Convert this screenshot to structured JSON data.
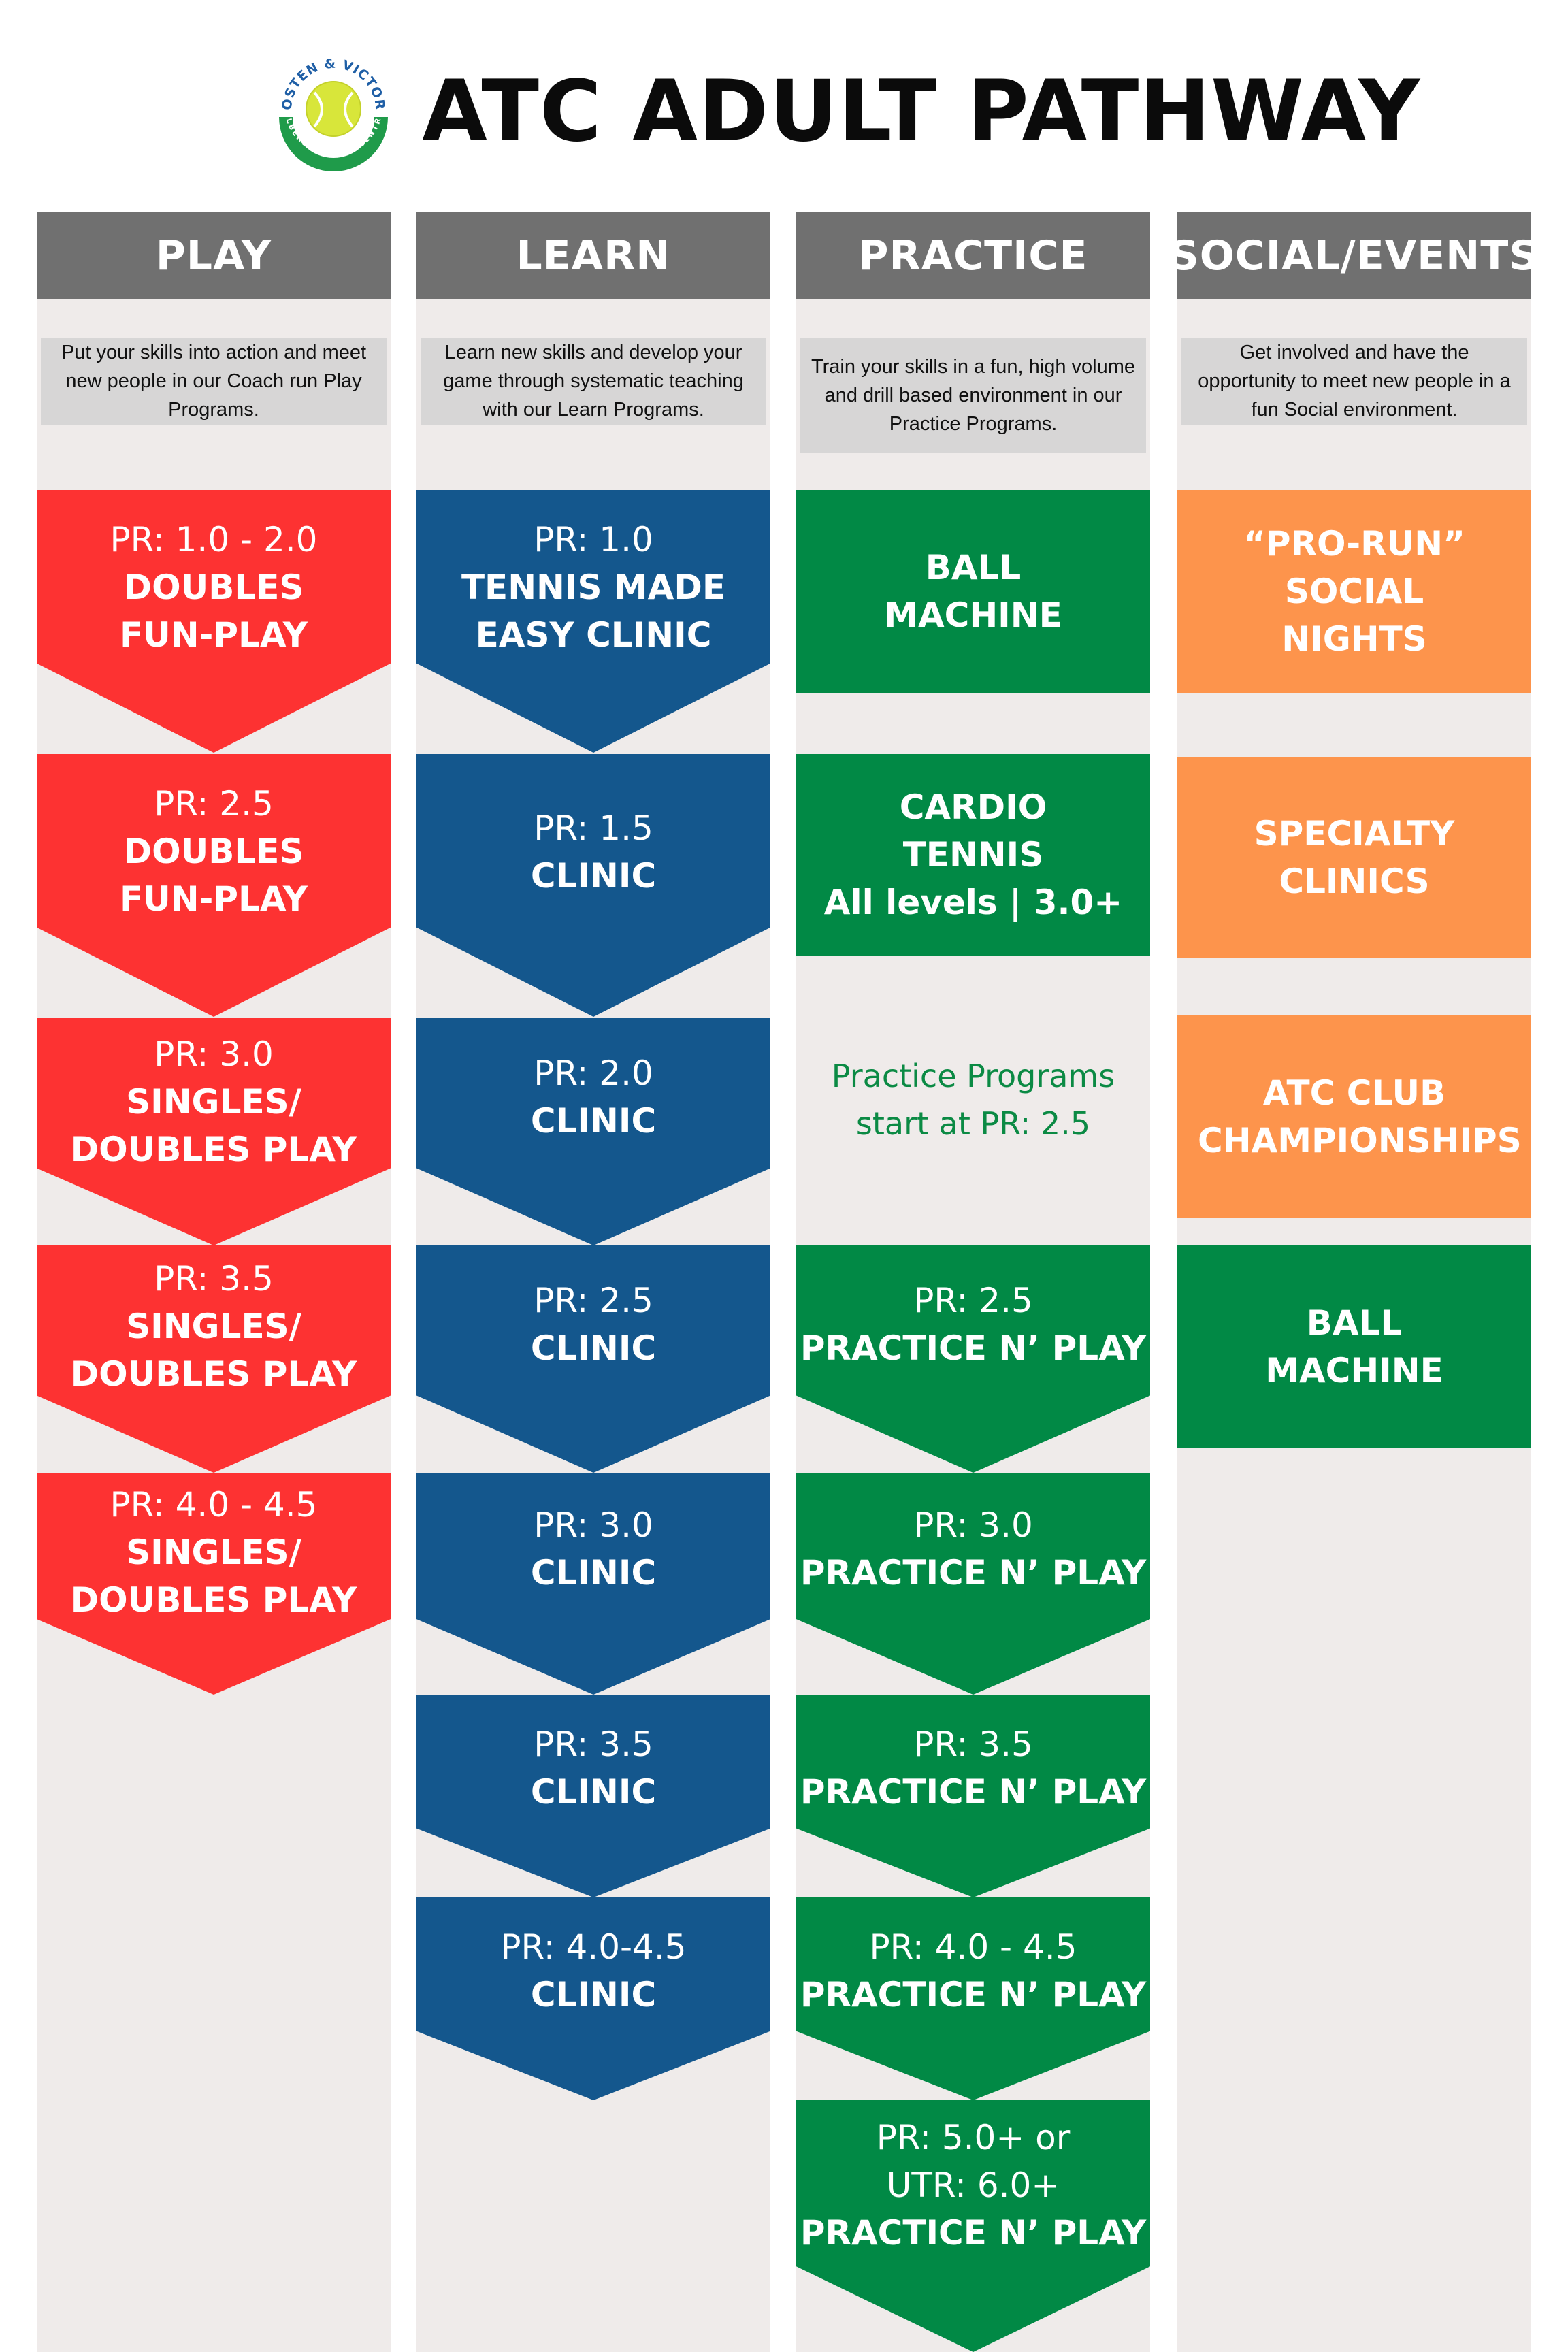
{
  "header": {
    "title": "ATC ADULT PATHWAY",
    "logo": {
      "top_text": "OSTEN & VICTOR",
      "bottom_text": "ALBERTA TENNIS CENTRE",
      "ball_color": "#d8e63a",
      "ring_color": "#1f9b4a",
      "text_color": "#1f5fa6"
    }
  },
  "columns": {
    "play": {
      "title": "PLAY",
      "description": "Put your skills into action and meet new people in our Coach run Play Programs.",
      "items": [
        {
          "rating": "PR: 1.0 - 2.0",
          "name": "DOUBLES FUN-PLAY"
        },
        {
          "rating": "PR: 2.5",
          "name": "DOUBLES FUN-PLAY"
        },
        {
          "rating": "PR: 3.0",
          "name": "SINGLES/ DOUBLES PLAY"
        },
        {
          "rating": "PR: 3.5",
          "name": "SINGLES/ DOUBLES PLAY"
        },
        {
          "rating": "PR: 4.0 - 4.5",
          "name": "SINGLES/ DOUBLES PLAY"
        }
      ]
    },
    "learn": {
      "title": "LEARN",
      "description": "Learn new skills and develop your game through systematic teaching with our Learn Programs.",
      "items": [
        {
          "rating": "PR: 1.0",
          "name": "TENNIS MADE EASY CLINIC"
        },
        {
          "rating": "PR: 1.5",
          "name": "CLINIC"
        },
        {
          "rating": "PR: 2.0",
          "name": "CLINIC"
        },
        {
          "rating": "PR: 2.5",
          "name": "CLINIC"
        },
        {
          "rating": "PR: 3.0",
          "name": "CLINIC"
        },
        {
          "rating": "PR: 3.5",
          "name": "CLINIC"
        },
        {
          "rating": "PR: 4.0-4.5",
          "name": "CLINIC"
        }
      ]
    },
    "practice": {
      "title": "PRACTICE",
      "description": "Train your skills in a fun, high volume and drill based environment in our Practice Programs.",
      "ball_machine": "BALL MACHINE",
      "cardio": {
        "name": "CARDIO TENNIS",
        "levels": "All levels | 3.0+"
      },
      "note": "Practice Programs start at PR: 2.5",
      "items": [
        {
          "rating": "PR: 2.5",
          "name": "PRACTICE N’ PLAY"
        },
        {
          "rating": "PR: 3.0",
          "name": "PRACTICE N’ PLAY"
        },
        {
          "rating": "PR: 3.5",
          "name": "PRACTICE N’ PLAY"
        },
        {
          "rating": "PR: 4.0 - 4.5",
          "name": "PRACTICE N’ PLAY"
        },
        {
          "rating": "PR: 5.0+ or UTR: 6.0+",
          "name": "PRACTICE N’ PLAY"
        }
      ]
    },
    "social": {
      "title": "SOCIAL/EVENTS",
      "description": "Get involved and have the opportunity to meet new people in a fun Social environment.",
      "items": [
        {
          "name": "“PRO-RUN” SOCIAL NIGHTS"
        },
        {
          "name": "SPECIALTY CLINICS"
        },
        {
          "name": "ATC CLUB CHAMPIONSHIPS"
        },
        {
          "name": "BALL MACHINE"
        }
      ]
    }
  }
}
